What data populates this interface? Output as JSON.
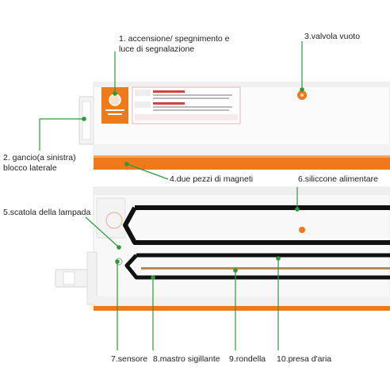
{
  "labels": {
    "l1_line1": "1. accensione/ spegnimento e",
    "l1_line2": "luce di segnalazione",
    "l2_line1": "2. gancio(a sinistra)",
    "l2_line2": "blocco laterale",
    "l3": "3.valvola vuoto",
    "l4": "4.due pezzi di magneti",
    "l5": "5.scatola della lampada",
    "l6": "6.siliccone alimentare",
    "l7": "7.sensore",
    "l8": "8.mastro sigillante",
    "l9": "9.rondella",
    "l10": "10.presa d'aria"
  },
  "colors": {
    "accent_orange": "#f07a1a",
    "callout_green": "#2c9a3a",
    "device_white": "#fbfbfb",
    "gasket_black": "#111111",
    "seal_bar_brown": "#b58a5a"
  }
}
